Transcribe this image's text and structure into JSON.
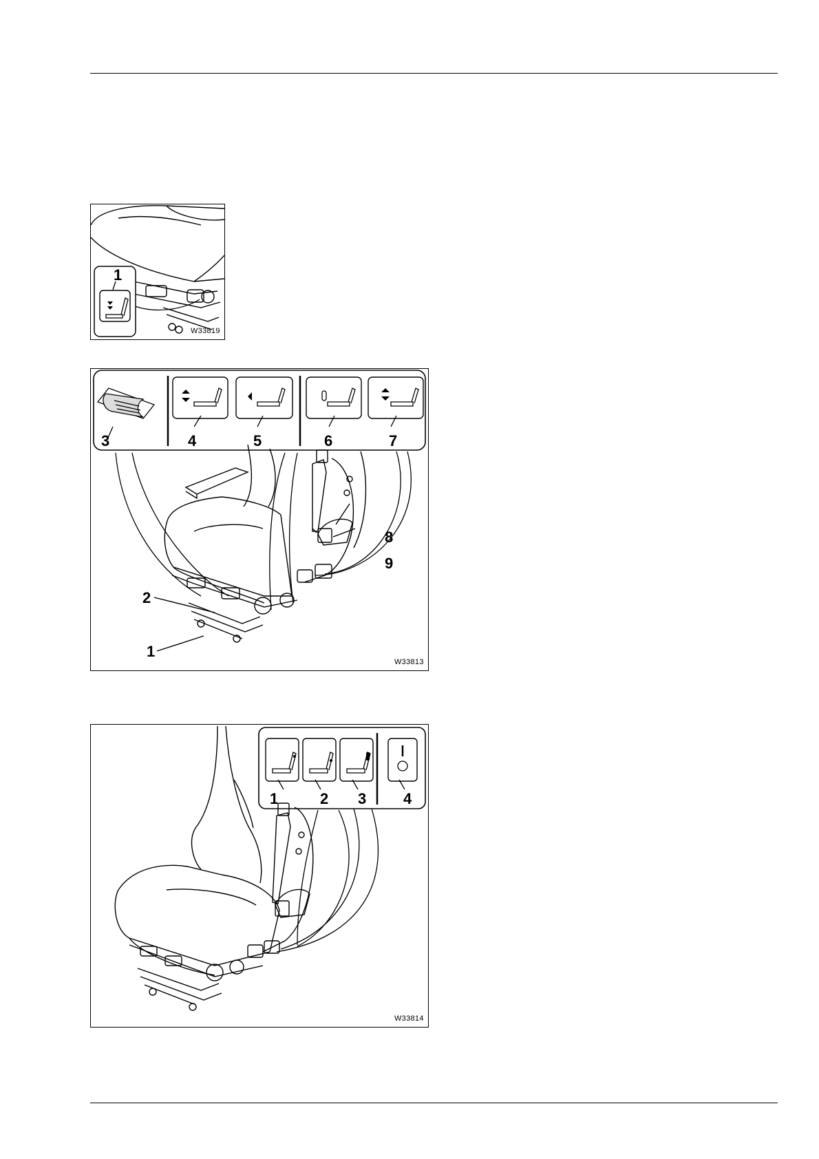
{
  "figures": [
    {
      "id": "W33819",
      "callouts": [
        "1"
      ]
    },
    {
      "id": "W33813",
      "callouts": [
        "3",
        "4",
        "5",
        "6",
        "7",
        "8",
        "9",
        "2",
        "1"
      ]
    },
    {
      "id": "W33814",
      "callouts": [
        "1",
        "2",
        "3",
        "4"
      ]
    }
  ]
}
